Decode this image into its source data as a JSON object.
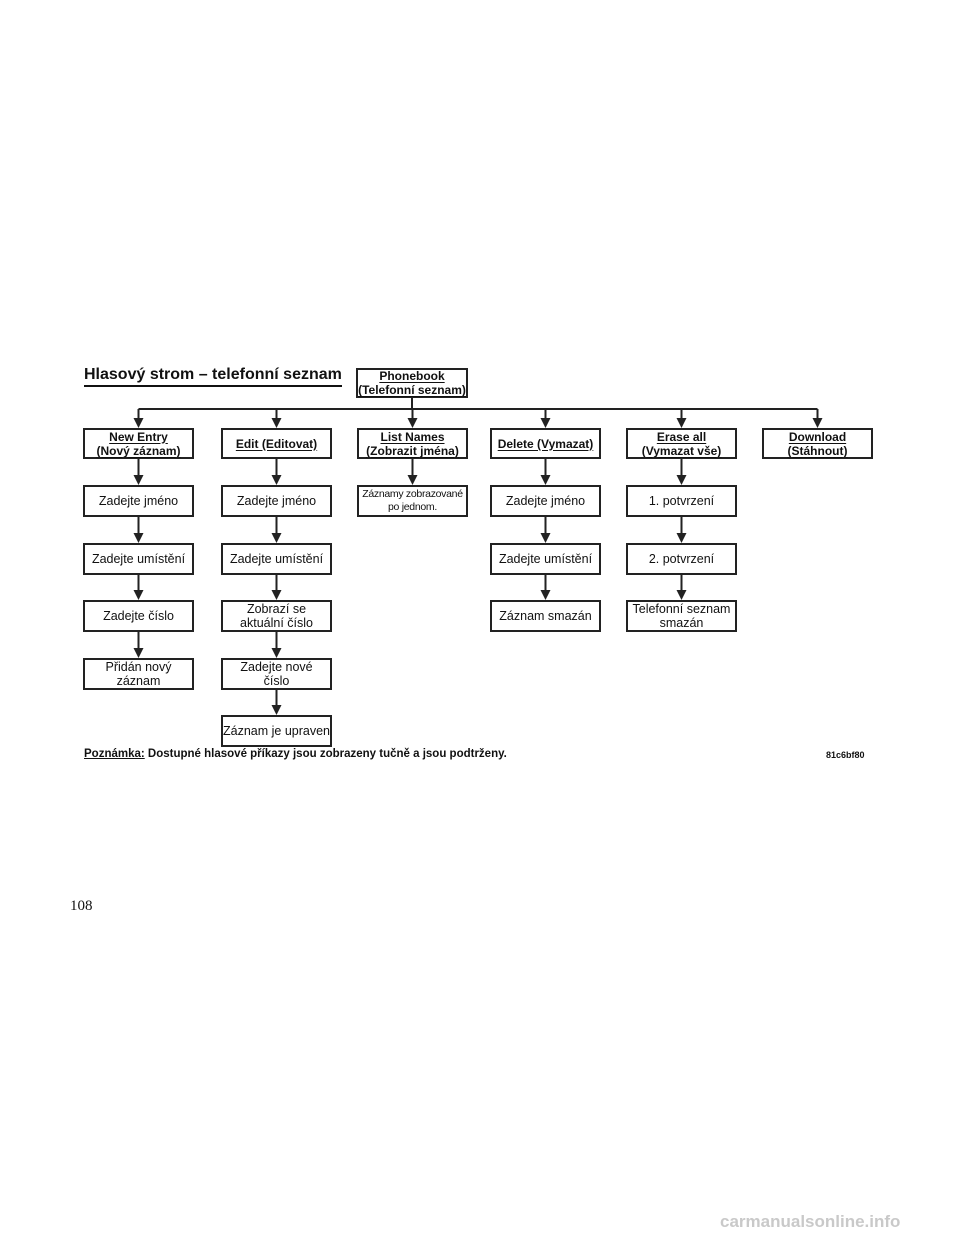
{
  "title": "Hlasový strom – telefonní seznam",
  "root": {
    "line1": "Phonebook",
    "line2": "(Telefonní seznam)"
  },
  "columns": [
    {
      "cmd": [
        "New Entry",
        "(Nový záznam)"
      ],
      "steps": [
        [
          "Zadejte jméno"
        ],
        [
          "Zadejte umístění"
        ],
        [
          "Zadejte číslo"
        ],
        [
          "Přidán nový",
          "záznam"
        ]
      ]
    },
    {
      "cmd": [
        "Edit (Editovat)"
      ],
      "steps": [
        [
          "Zadejte jméno"
        ],
        [
          "Zadejte umístění"
        ],
        [
          "Zobrazí se",
          "aktuální číslo"
        ],
        [
          "Zadejte nové",
          "číslo"
        ],
        [
          "Záznam je upraven"
        ]
      ]
    },
    {
      "cmd": [
        "List Names",
        "(Zobrazit jména)"
      ],
      "steps": [
        [
          "Záznamy zobrazované",
          "po jednom."
        ]
      ]
    },
    {
      "cmd": [
        "Delete (Vymazat)"
      ],
      "steps": [
        [
          "Zadejte jméno"
        ],
        [
          "Zadejte umístění"
        ],
        [
          "Záznam smazán"
        ]
      ]
    },
    {
      "cmd": [
        "Erase all",
        "(Vymazat vše)"
      ],
      "steps": [
        [
          "1. potvrzení"
        ],
        [
          "2. potvrzení"
        ],
        [
          "Telefonní seznam",
          "smazán"
        ]
      ]
    },
    {
      "cmd": [
        "Download",
        "(Stáhnout)"
      ],
      "steps": []
    }
  ],
  "note": {
    "label": "Poznámka:",
    "text": " Dostupné hlasové příkazy jsou zobrazeny tučně a jsou podtrženy."
  },
  "code": "81c6bf80",
  "page_number": "108",
  "watermark": "carmanualsonline.info"
}
